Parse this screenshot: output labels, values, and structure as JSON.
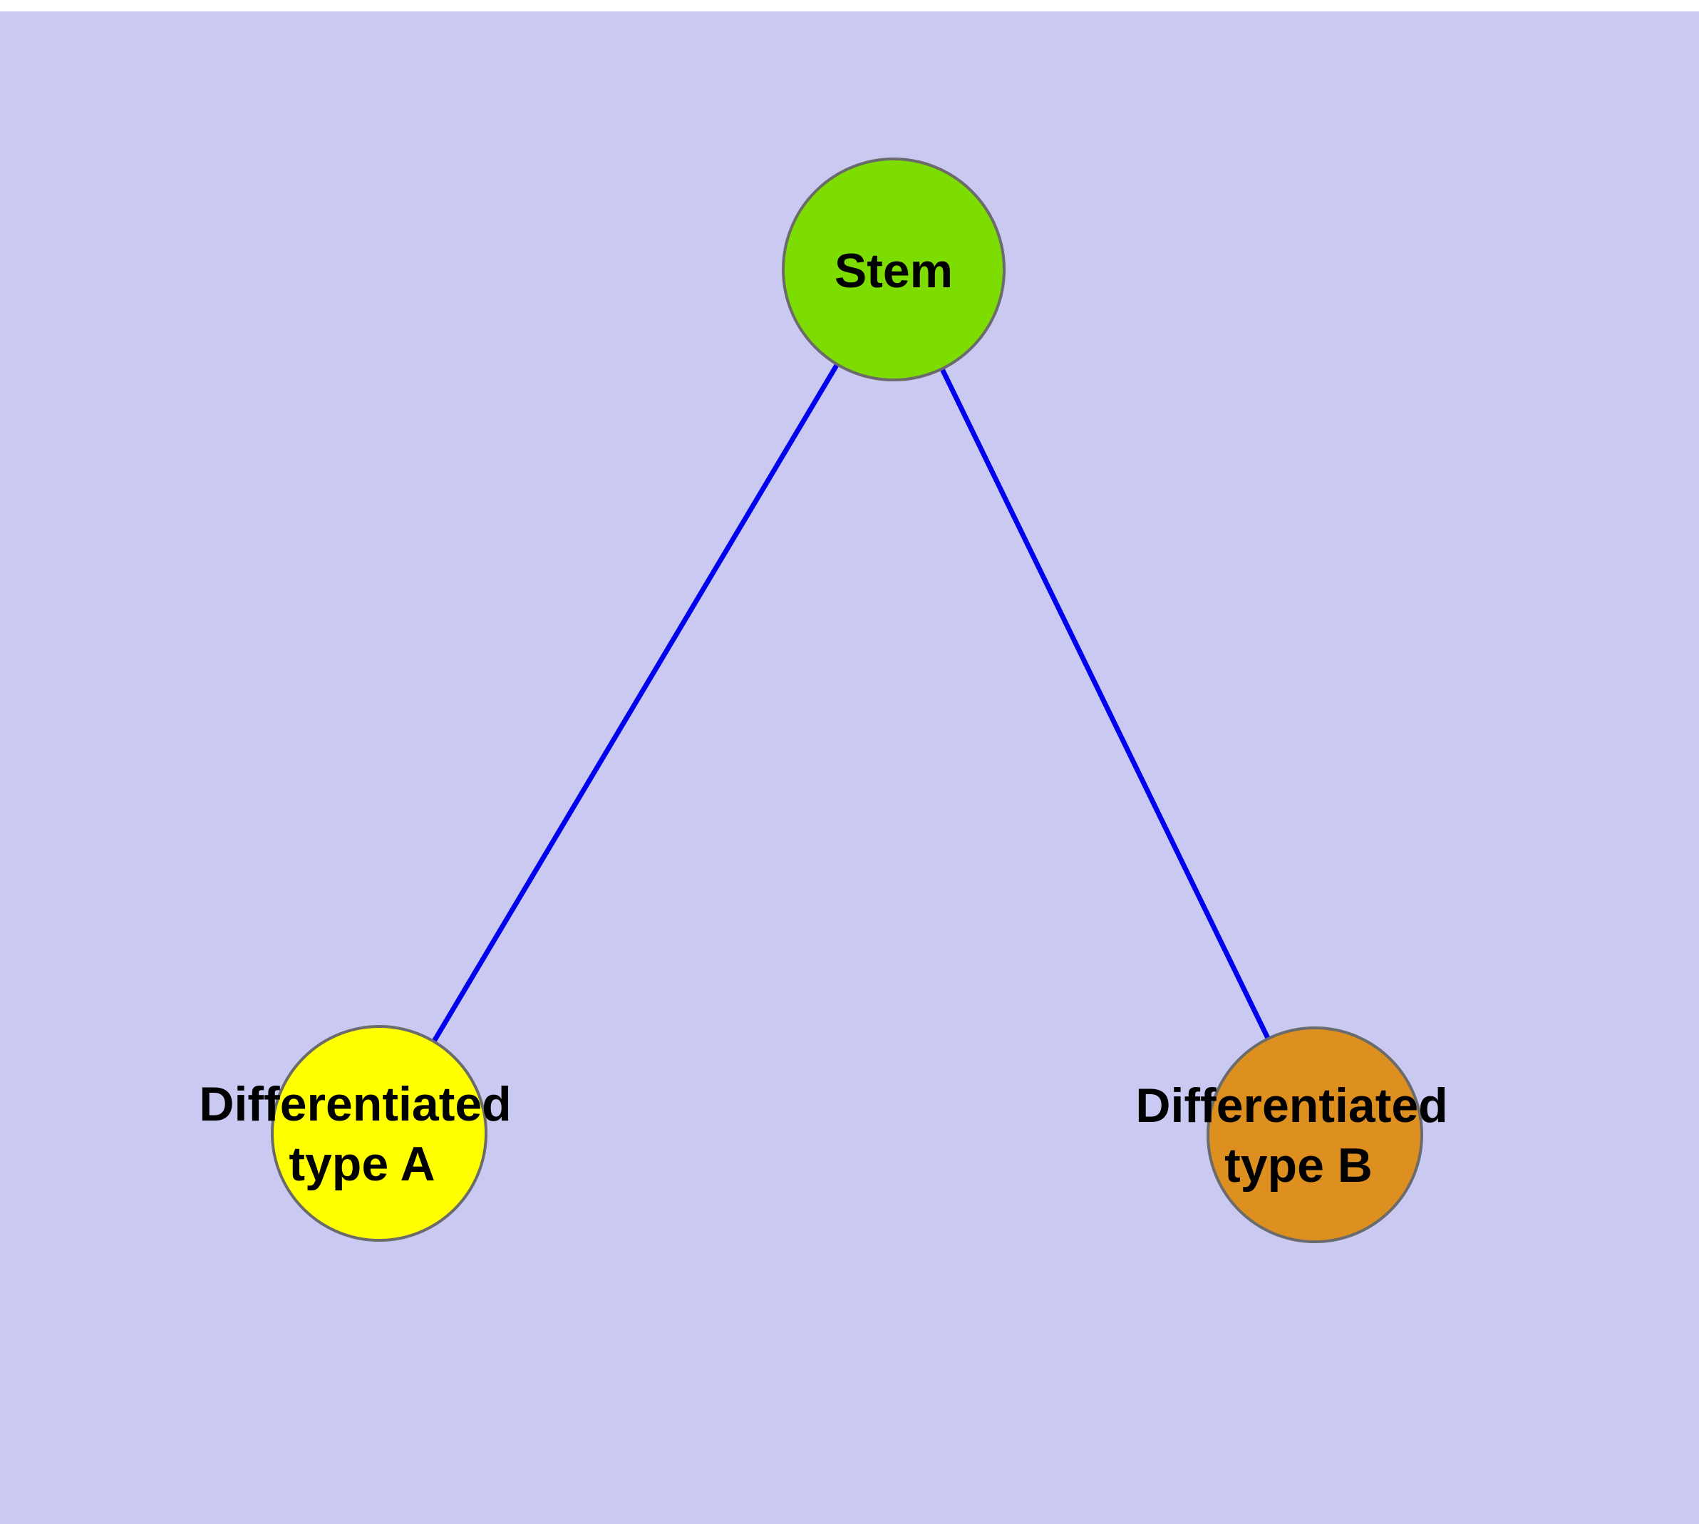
{
  "diagram": {
    "background_color": "#c9c9f2",
    "top_margin_color": "#ffffff",
    "edge_color": "#0000ee",
    "node_border_color": "#6b6b6b",
    "nodes": {
      "stem": {
        "label": "Stem",
        "fill": "#7ddc00"
      },
      "type_a": {
        "label_lines": [
          "Differentiated",
          "type A"
        ],
        "fill": "#ffff00"
      },
      "type_b": {
        "label_lines": [
          "Differentiated",
          "type B"
        ],
        "fill": "#dd8f1f"
      }
    },
    "edges": [
      {
        "from": "Stem",
        "to": "Differentiated type A"
      },
      {
        "from": "Stem",
        "to": "Differentiated type B"
      }
    ]
  }
}
